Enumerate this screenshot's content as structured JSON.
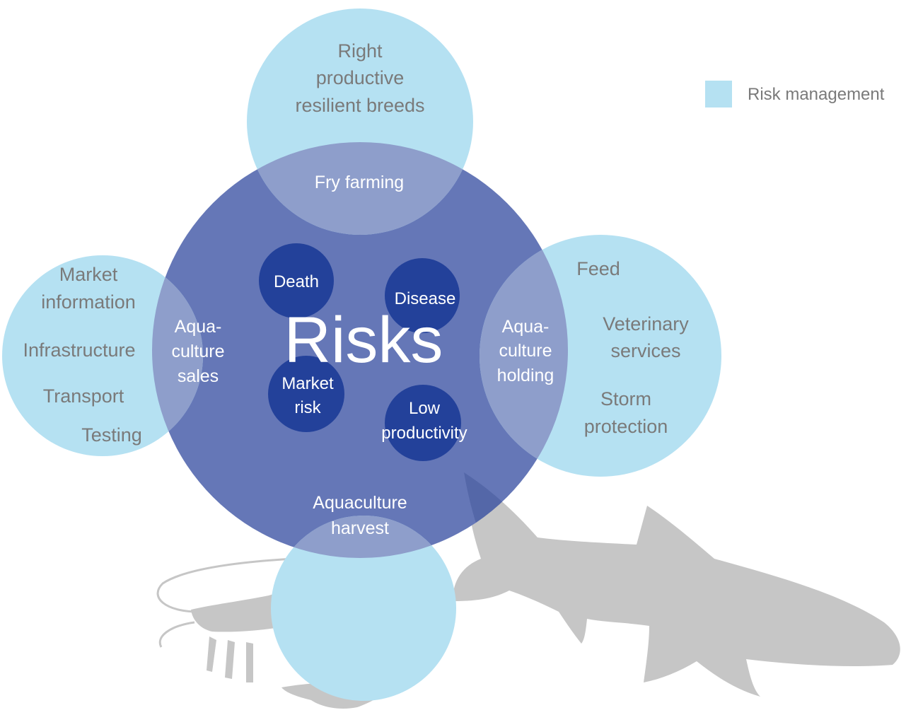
{
  "colors": {
    "risk_management": "#b5e1f2",
    "overlap": "#8e9ecb",
    "risks_circle": "#6577b7",
    "risk_node": "#23419a",
    "silhouette": "#c6c6c6",
    "outer_text": "#7a7a7a"
  },
  "legend": {
    "label": "Risk management"
  },
  "center": {
    "title": "Risks"
  },
  "risk_nodes": [
    {
      "lines": [
        "Death"
      ]
    },
    {
      "lines": [
        "Disease"
      ]
    },
    {
      "lines": [
        "Market",
        "risk"
      ]
    },
    {
      "lines": [
        "Low",
        "productivity"
      ]
    }
  ],
  "stages": {
    "top": {
      "lines": [
        "Fry farming"
      ]
    },
    "left": {
      "lines": [
        "Aqua-",
        "culture",
        "sales"
      ]
    },
    "right": {
      "lines": [
        "Aqua-",
        "culture",
        "holding"
      ]
    },
    "bottom": {
      "lines": [
        "Aquaculture",
        "harvest"
      ]
    }
  },
  "management": {
    "top": [
      "Right",
      "productive",
      "resilient breeds"
    ],
    "left": [
      "Market",
      "information",
      "Infrastructure",
      "Transport",
      "Testing"
    ],
    "right": [
      "Feed",
      "Veterinary",
      "services",
      "Storm",
      "protection"
    ]
  },
  "icons": [
    "shrimp-icon",
    "fish-icon"
  ]
}
